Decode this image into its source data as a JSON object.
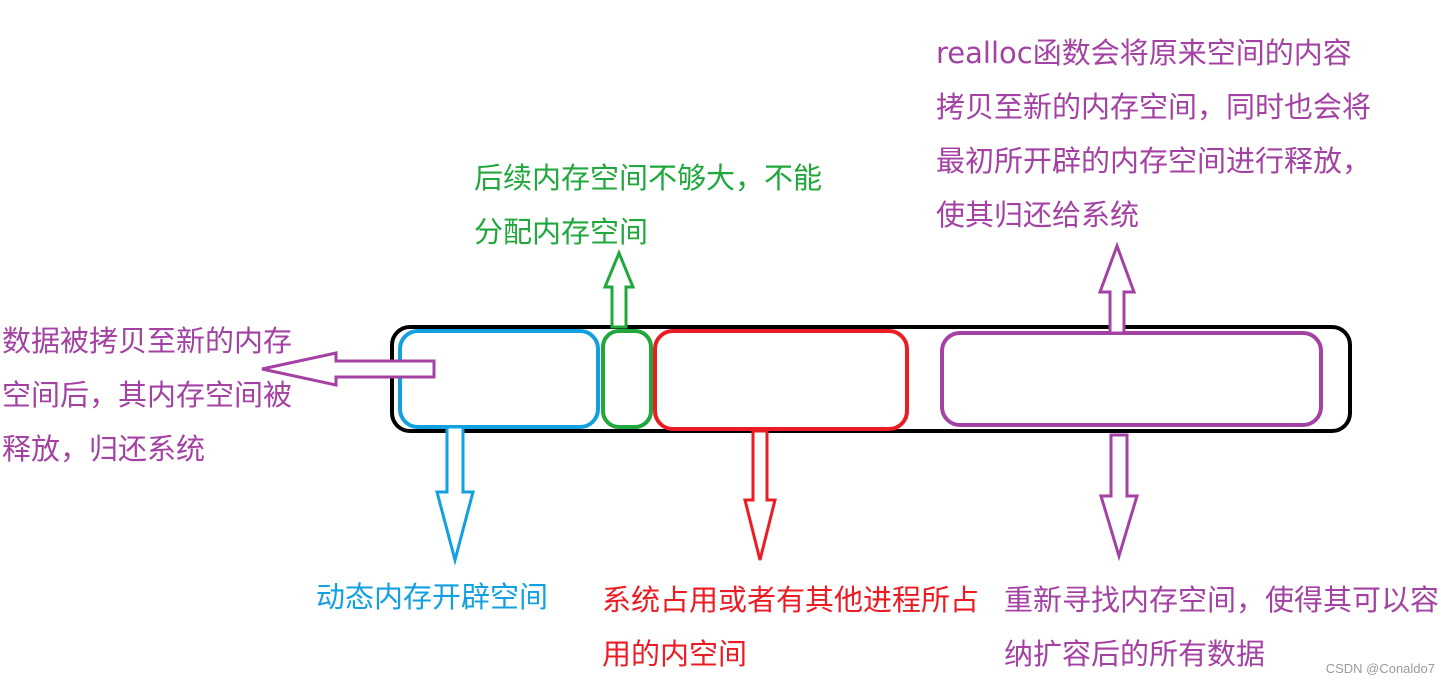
{
  "colors": {
    "outline": "#000000",
    "blue": "#13a0e0",
    "green": "#21a83d",
    "red": "#ec1c24",
    "purple": "#a442a4"
  },
  "labels": {
    "realloc_note": "realloc函数会将原来空间的内容拷贝至新的内存空间，同时也会将最初所开辟的内存空间进行释放，使其归还给系统",
    "not_enough": "后续内存空间不够大，不能分配内存空间",
    "old_freed": "数据被拷贝至新的内存空间后，其内存空间被释放，归还系统",
    "dynamic_alloc": "动态内存开辟空间",
    "occupied": "系统占用或者有其他进程所占用的内空间",
    "new_space": "重新寻找内存空间，使得其可以容纳扩容后的所有数据"
  },
  "watermark": "CSDN @Conaldo7"
}
